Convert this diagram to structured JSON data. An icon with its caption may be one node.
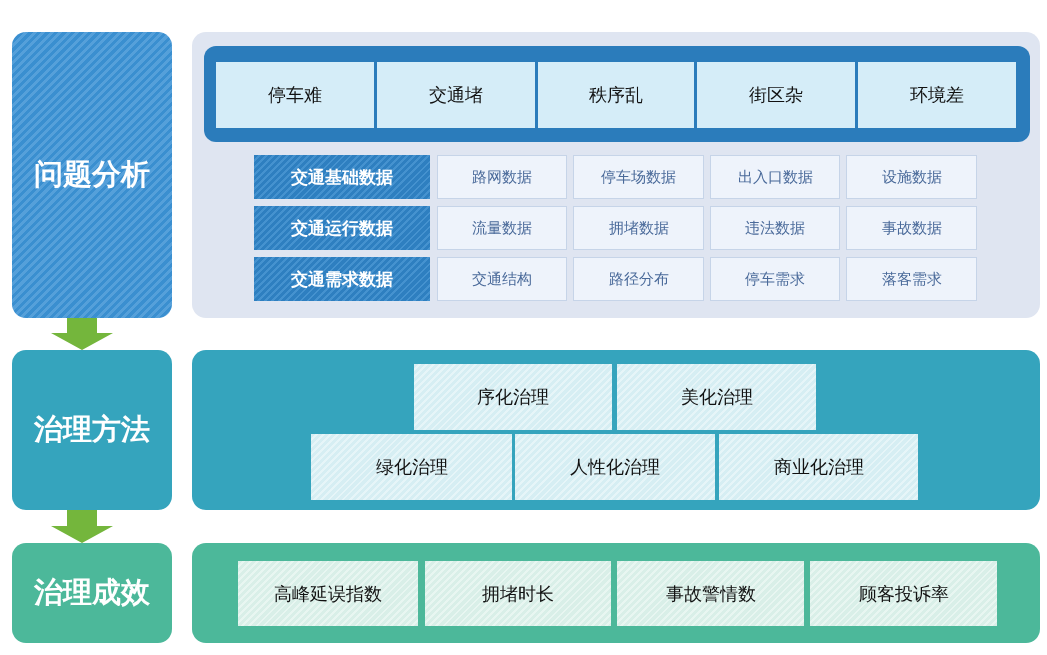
{
  "diagram": {
    "nodes": [
      {
        "text": [
          "问题分析"
        ]
      },
      {
        "text": [],
        "shape": "box"
      },
      {
        "text": [],
        "shape": "box",
        "in": 1
      },
      {
        "text": [
          "停车难"
        ],
        "in": 2
      },
      {
        "text": [
          "交通堵"
        ],
        "in": 2
      },
      {
        "text": [
          "秩序乱"
        ],
        "in": 2
      },
      {
        "text": [
          "街区杂"
        ],
        "in": 2
      },
      {
        "text": [
          "环境差"
        ],
        "in": 2
      },
      {
        "text": [
          "交通基础数据"
        ],
        "in": 1
      },
      {
        "text": [
          "路网数据"
        ],
        "in": 1
      },
      {
        "text": [
          "停车场数据"
        ],
        "in": 1
      },
      {
        "text": [
          "出入口数据"
        ],
        "in": 1
      },
      {
        "text": [
          "设施数据"
        ],
        "in": 1
      },
      {
        "text": [
          "交通运行数据"
        ],
        "in": 1
      },
      {
        "text": [
          "流量数据"
        ],
        "in": 1
      },
      {
        "text": [
          "拥堵数据"
        ],
        "in": 1
      },
      {
        "text": [
          "违法数据"
        ],
        "in": 1
      },
      {
        "text": [
          "事故数据"
        ],
        "in": 1
      },
      {
        "text": [
          "交通需求数据"
        ],
        "in": 1
      },
      {
        "text": [
          "交通结构"
        ],
        "in": 1
      },
      {
        "text": [
          "路径分布"
        ],
        "in": 1
      },
      {
        "text": [
          "停车需求"
        ],
        "in": 1
      },
      {
        "text": [
          "落客需求"
        ],
        "in": 1
      },
      {
        "text": [
          "治理方法"
        ]
      },
      {
        "text": [],
        "shape": "box"
      },
      {
        "text": [
          "序化治理"
        ],
        "in": 24
      },
      {
        "text": [
          "美化治理"
        ],
        "in": 24
      },
      {
        "text": [
          "绿化治理"
        ],
        "in": 24
      },
      {
        "text": [
          "人性化治理"
        ],
        "in": 24
      },
      {
        "text": [
          "商业化治理"
        ],
        "in": 24
      },
      {
        "text": [
          "治理成效"
        ]
      },
      {
        "text": [],
        "shape": "box"
      },
      {
        "text": [
          "高峰延误指数"
        ],
        "in": 31
      },
      {
        "text": [
          "拥堵时长"
        ],
        "in": 31
      },
      {
        "text": [
          "事故警情数"
        ],
        "in": 31
      },
      {
        "text": [
          "顾客投诉率"
        ],
        "in": 31
      }
    ],
    "edges": [
      {
        "from": 0,
        "to": 23,
        "arrow": "to"
      },
      {
        "from": 23,
        "to": 30,
        "arrow": "to"
      }
    ]
  }
}
